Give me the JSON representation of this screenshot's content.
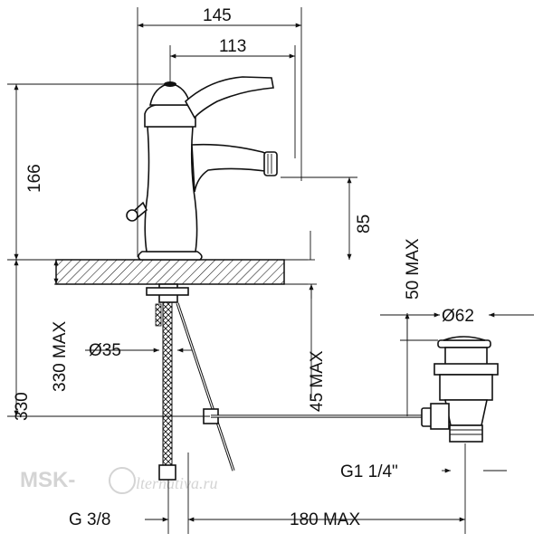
{
  "dimensions": {
    "spout_reach_total": "145",
    "spout_reach_to_axis": "113",
    "height_to_lever": "166",
    "outlet_height": "85",
    "deck_thickness_max": "330 MAX",
    "overall_below_deck": "330",
    "tail_diameter": "Ø35",
    "rod_offset_max": "45 MAX",
    "drain_rise_max": "50 MAX",
    "drain_flange_diameter": "Ø62",
    "drain_thread": "G1 1/4\"",
    "supply_thread": "G 3/8",
    "rod_reach_max": "180 MAX"
  },
  "watermark": {
    "brand": "MSK-",
    "site": "lternativa.ru"
  }
}
